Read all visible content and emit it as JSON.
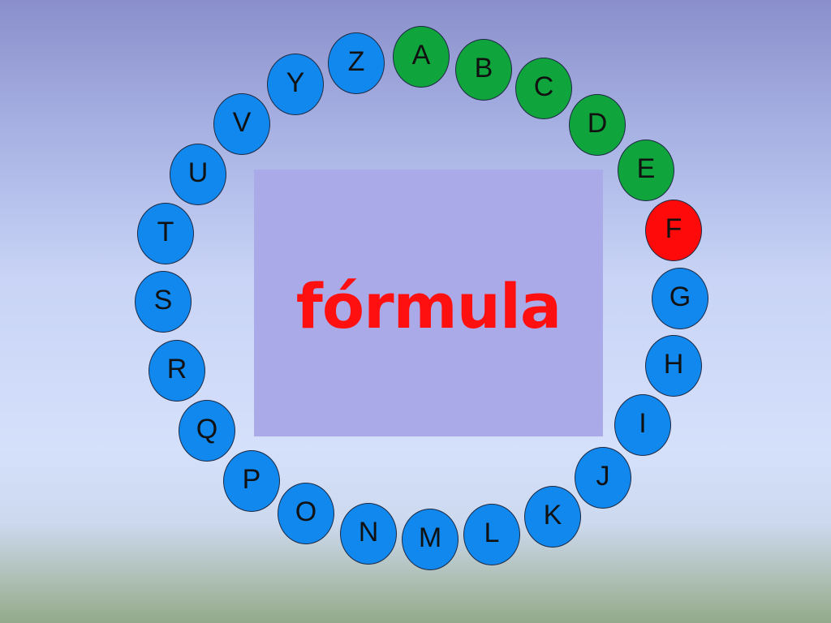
{
  "word": "fórmula",
  "colors": {
    "guessed": "#10a43c",
    "wrong": "#ff0a0a",
    "unused": "#1188ee"
  },
  "letters": [
    {
      "letter": "A",
      "state": "guessed"
    },
    {
      "letter": "B",
      "state": "guessed"
    },
    {
      "letter": "C",
      "state": "guessed"
    },
    {
      "letter": "D",
      "state": "guessed"
    },
    {
      "letter": "E",
      "state": "guessed"
    },
    {
      "letter": "F",
      "state": "wrong"
    },
    {
      "letter": "G",
      "state": "unused"
    },
    {
      "letter": "H",
      "state": "unused"
    },
    {
      "letter": "I",
      "state": "unused"
    },
    {
      "letter": "J",
      "state": "unused"
    },
    {
      "letter": "K",
      "state": "unused"
    },
    {
      "letter": "L",
      "state": "unused"
    },
    {
      "letter": "M",
      "state": "unused"
    },
    {
      "letter": "N",
      "state": "unused"
    },
    {
      "letter": "O",
      "state": "unused"
    },
    {
      "letter": "P",
      "state": "unused"
    },
    {
      "letter": "Q",
      "state": "unused"
    },
    {
      "letter": "R",
      "state": "unused"
    },
    {
      "letter": "S",
      "state": "unused"
    },
    {
      "letter": "T",
      "state": "unused"
    },
    {
      "letter": "U",
      "state": "unused"
    },
    {
      "letter": "V",
      "state": "unused"
    },
    {
      "letter": "Y",
      "state": "unused"
    },
    {
      "letter": "Z",
      "state": "unused"
    }
  ]
}
